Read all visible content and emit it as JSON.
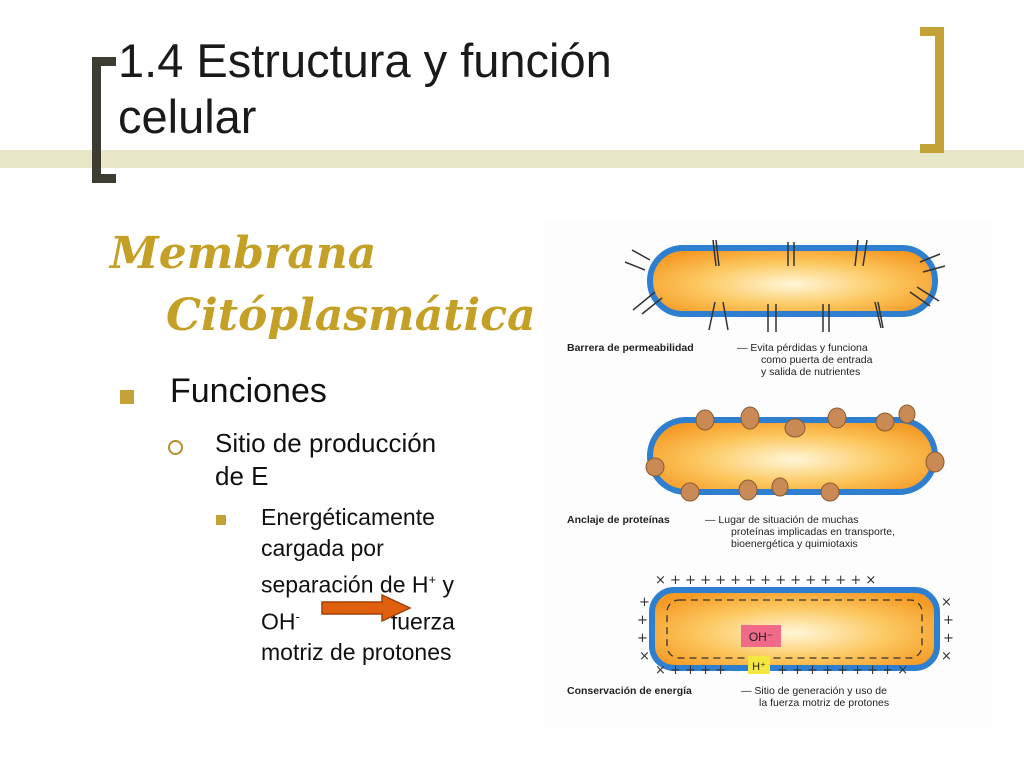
{
  "slide": {
    "title_line1": "1.4 Estructura y función",
    "title_line2": "celular",
    "heading_line1": "Membrana",
    "heading_line2": "Citóplasmática",
    "bullet1": "Funciones",
    "bullet2_line1": "Sitio de producción",
    "bullet2_line2": "de E",
    "bullet3_line1": "Energéticamente",
    "bullet3_line2": "cargada por",
    "bullet3_line3_pre": "separación de H",
    "bullet3_line3_sup": "+",
    "bullet3_line3_post": " y",
    "bullet3_line4_pre": "OH",
    "bullet3_line4_sup": "-",
    "bullet3_line4_post": "fuerza",
    "bullet3_line5": "motriz de protones"
  },
  "figure": {
    "caption1_label": "Barrera de permeabilidad",
    "caption1_text_line1": "— Evita pérdidas y funciona",
    "caption1_text_line2": "como puerta de entrada",
    "caption1_text_line3": "y salida de nutrientes",
    "caption2_label": "Anclaje de proteínas",
    "caption2_text_line1": "— Lugar de situación de muchas",
    "caption2_text_line2": "proteínas implicadas en transporte,",
    "caption2_text_line3": "bioenergética y quimiotaxis",
    "caption3_label": "Conservación de energía",
    "caption3_text_line1": "— Sitio de generación y uso de",
    "caption3_text_line2": "la fuerza motriz de protones",
    "oh_label": "OH⁻",
    "h_label": "H⁺"
  },
  "colors": {
    "accent_gold": "#c3a337",
    "bracket_dark": "#3c3c32",
    "membrane_blue": "#2f7fd0",
    "cell_orange": "#f7a530",
    "arrow_fill": "#e06010",
    "oh_box": "#f06a8a",
    "h_box": "#f4e840"
  }
}
